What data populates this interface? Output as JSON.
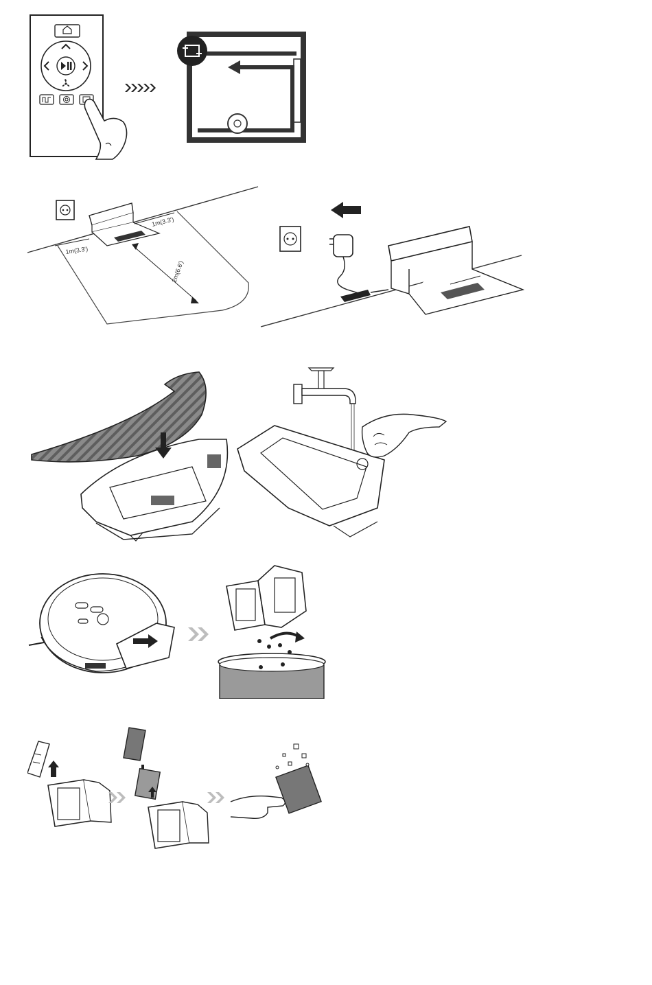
{
  "dimensions": {
    "side_distance_1": "1m(3.3')",
    "side_distance_2": "1m(3.3')",
    "front_distance": "2m(6.6')"
  },
  "icons": {
    "home": "home-icon",
    "play_pause": "play-pause-icon",
    "arrow": "double-chevron-icon",
    "socket": "power-socket-icon",
    "adapter": "power-adapter-icon"
  },
  "colors": {
    "ink": "#1e1e1e",
    "map_wall": "#333333",
    "mat_fill": "#777777",
    "bin_fill": "#9a9a9a",
    "chevron": "#bdbdbd"
  }
}
